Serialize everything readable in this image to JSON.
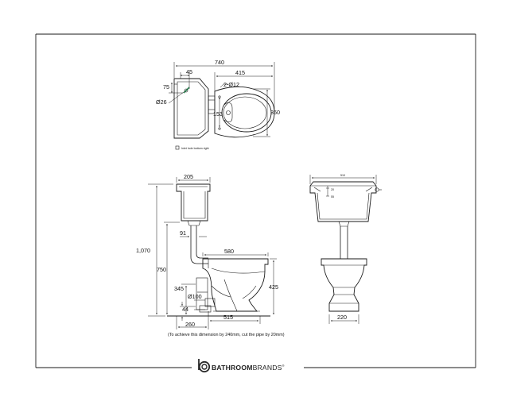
{
  "dimensions": {
    "plan_overall_width": "740",
    "plan_cistern_depth": "45",
    "plan_outlet_to_pan": "415",
    "plan_fixing_holes": "2-Ø12",
    "plan_75": "75",
    "plan_inlet_diameter": "Ø26",
    "plan_153": "153",
    "plan_pan_width": "360",
    "side_cistern_depth": "205",
    "side_overall_height": "1,070",
    "side_91": "91",
    "side_pan_depth": "580",
    "side_750": "750",
    "side_pan_height": "425",
    "side_345": "345",
    "side_outlet_diameter": "Ø100",
    "side_44": "44",
    "side_515": "515",
    "side_260": "260",
    "front_cistern_width": "510",
    "front_20": "20",
    "front_55": "55",
    "front_base_width": "220"
  },
  "labels": {
    "inlet_note": "Inlet hole bottom right",
    "pipe_note": "(To achieve this dimension by 240mm, cut the pipe by 20mm)"
  },
  "brand": {
    "name_bold": "BATHROOM",
    "name_light": "BRANDS",
    "mark": "®",
    "accent_color": "#2e8b57"
  }
}
